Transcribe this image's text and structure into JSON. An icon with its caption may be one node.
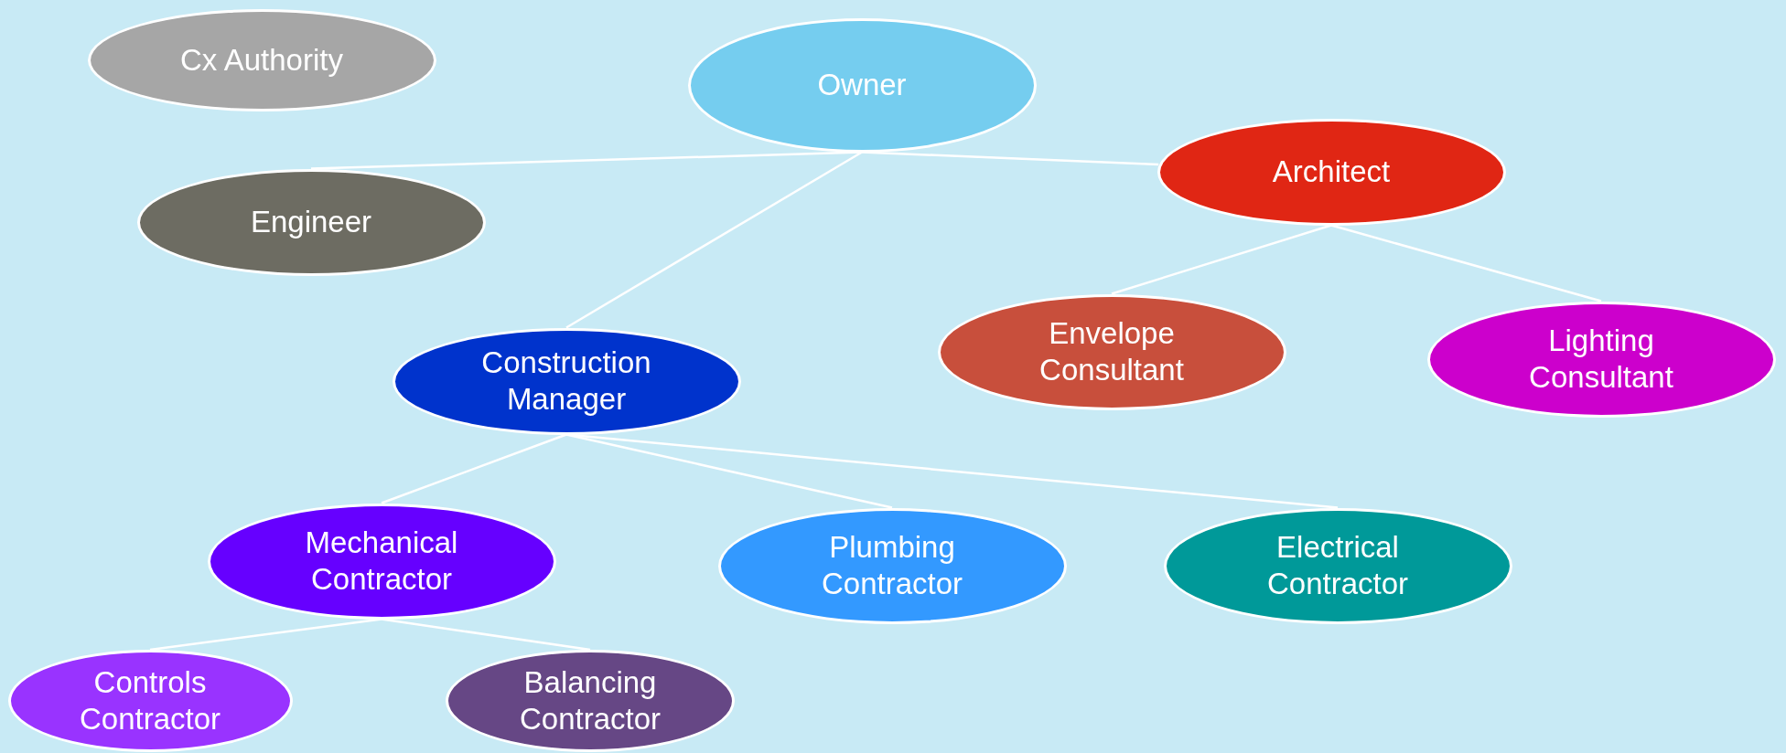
{
  "diagram": {
    "nodes": [
      {
        "text": [
          "Cx Authority"
        ]
      },
      {
        "text": [
          "Owner"
        ]
      },
      {
        "text": [
          "Architect"
        ]
      },
      {
        "text": [
          "Engineer"
        ]
      },
      {
        "text": [
          "Construction Manager"
        ]
      },
      {
        "text": [
          "Envelope Consultant"
        ]
      },
      {
        "text": [
          "Lighting Consultant"
        ]
      },
      {
        "text": [
          "Mechanical Contractor"
        ]
      },
      {
        "text": [
          "Plumbing Contractor"
        ]
      },
      {
        "text": [
          "Electrical Contractor"
        ]
      },
      {
        "text": [
          "Controls Contractor"
        ]
      },
      {
        "text": [
          "Balancing Contractor"
        ]
      }
    ],
    "edges": [
      {
        "from": 1,
        "to": 3,
        "arrow": "none"
      },
      {
        "from": 1,
        "to": 2,
        "arrow": "none"
      },
      {
        "from": 1,
        "to": 4,
        "arrow": "none"
      },
      {
        "from": 2,
        "to": 5,
        "arrow": "none"
      },
      {
        "from": 2,
        "to": 6,
        "arrow": "none"
      },
      {
        "from": 4,
        "to": 7,
        "arrow": "none"
      },
      {
        "from": 4,
        "to": 8,
        "arrow": "none"
      },
      {
        "from": 4,
        "to": 9,
        "arrow": "none"
      },
      {
        "from": 7,
        "to": 10,
        "arrow": "none"
      },
      {
        "from": 7,
        "to": 11,
        "arrow": "none"
      }
    ]
  }
}
